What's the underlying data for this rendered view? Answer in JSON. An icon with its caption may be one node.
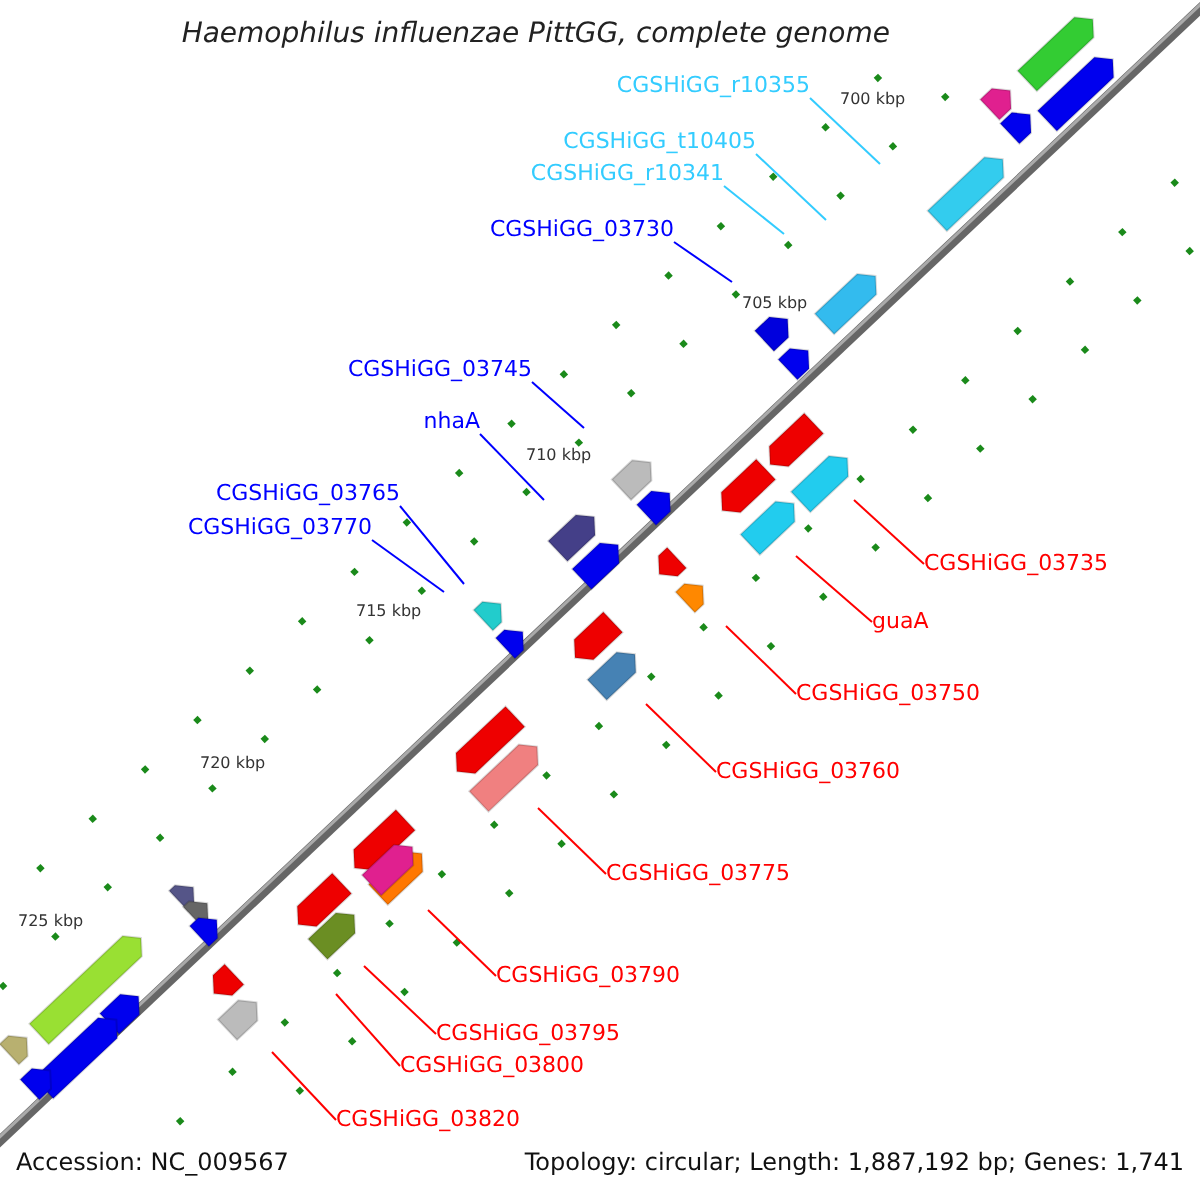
{
  "diagram": {
    "title": "Haemophilus influenzae PittGG, complete genome",
    "nodes": [
      {
        "text": [
          "CGSHiGG_r10355"
        ]
      },
      {
        "text": [
          "CGSHiGG_t10405"
        ]
      },
      {
        "text": [
          "CGSHiGG_r10341"
        ]
      },
      {
        "text": [
          "CGSHiGG_03730"
        ]
      },
      {
        "text": [
          "CGSHiGG_03745"
        ]
      },
      {
        "text": [
          "nhaA"
        ]
      },
      {
        "text": [
          "CGSHiGG_03765"
        ]
      },
      {
        "text": [
          "CGSHiGG_03770"
        ]
      },
      {
        "text": [
          "CGSHiGG_03735"
        ]
      },
      {
        "text": [
          "guaA"
        ]
      },
      {
        "text": [
          "CGSHiGG_03750"
        ]
      },
      {
        "text": [
          "CGSHiGG_03760"
        ]
      },
      {
        "text": [
          "CGSHiGG_03775"
        ]
      },
      {
        "text": [
          "CGSHiGG_03790"
        ]
      },
      {
        "text": [
          "CGSHiGG_03795"
        ]
      },
      {
        "text": [
          "CGSHiGG_03800"
        ]
      },
      {
        "text": [
          "CGSHiGG_03820"
        ]
      }
    ],
    "edges": [
      {
        "from": 0,
        "to": null,
        "arrow": "none",
        "color": "#33ccff"
      },
      {
        "from": 1,
        "to": null,
        "arrow": "none",
        "color": "#33ccff"
      },
      {
        "from": 2,
        "to": null,
        "arrow": "none",
        "color": "#33ccff"
      },
      {
        "from": 3,
        "to": null,
        "arrow": "none",
        "color": "#0000ff"
      },
      {
        "from": 4,
        "to": null,
        "arrow": "none",
        "color": "#0000ff"
      },
      {
        "from": 5,
        "to": null,
        "arrow": "none",
        "color": "#0000ff"
      },
      {
        "from": 6,
        "to": null,
        "arrow": "none",
        "color": "#0000ff"
      },
      {
        "from": 7,
        "to": null,
        "arrow": "none",
        "color": "#0000ff"
      },
      {
        "from": 8,
        "to": null,
        "arrow": "none"
      },
      {
        "from": 9,
        "to": null,
        "arrow": "none"
      },
      {
        "from": 10,
        "to": null,
        "arrow": "none"
      },
      {
        "from": 11,
        "to": null,
        "arrow": "none"
      },
      {
        "from": 12,
        "to": null,
        "arrow": "none"
      },
      {
        "from": 13,
        "to": null,
        "arrow": "none"
      },
      {
        "from": 14,
        "to": null,
        "arrow": "none"
      },
      {
        "from": 15,
        "to": null,
        "arrow": "none"
      },
      {
        "from": 16,
        "to": null,
        "arrow": "none"
      }
    ],
    "labels": [
      "700 kbp",
      "705 kbp",
      "710 kbp",
      "715 kbp",
      "720 kbp",
      "725 kbp",
      "Accession: NC_009567",
      "Topology: circular; Length: 1,887,192 bp; Genes: 1,741"
    ]
  }
}
